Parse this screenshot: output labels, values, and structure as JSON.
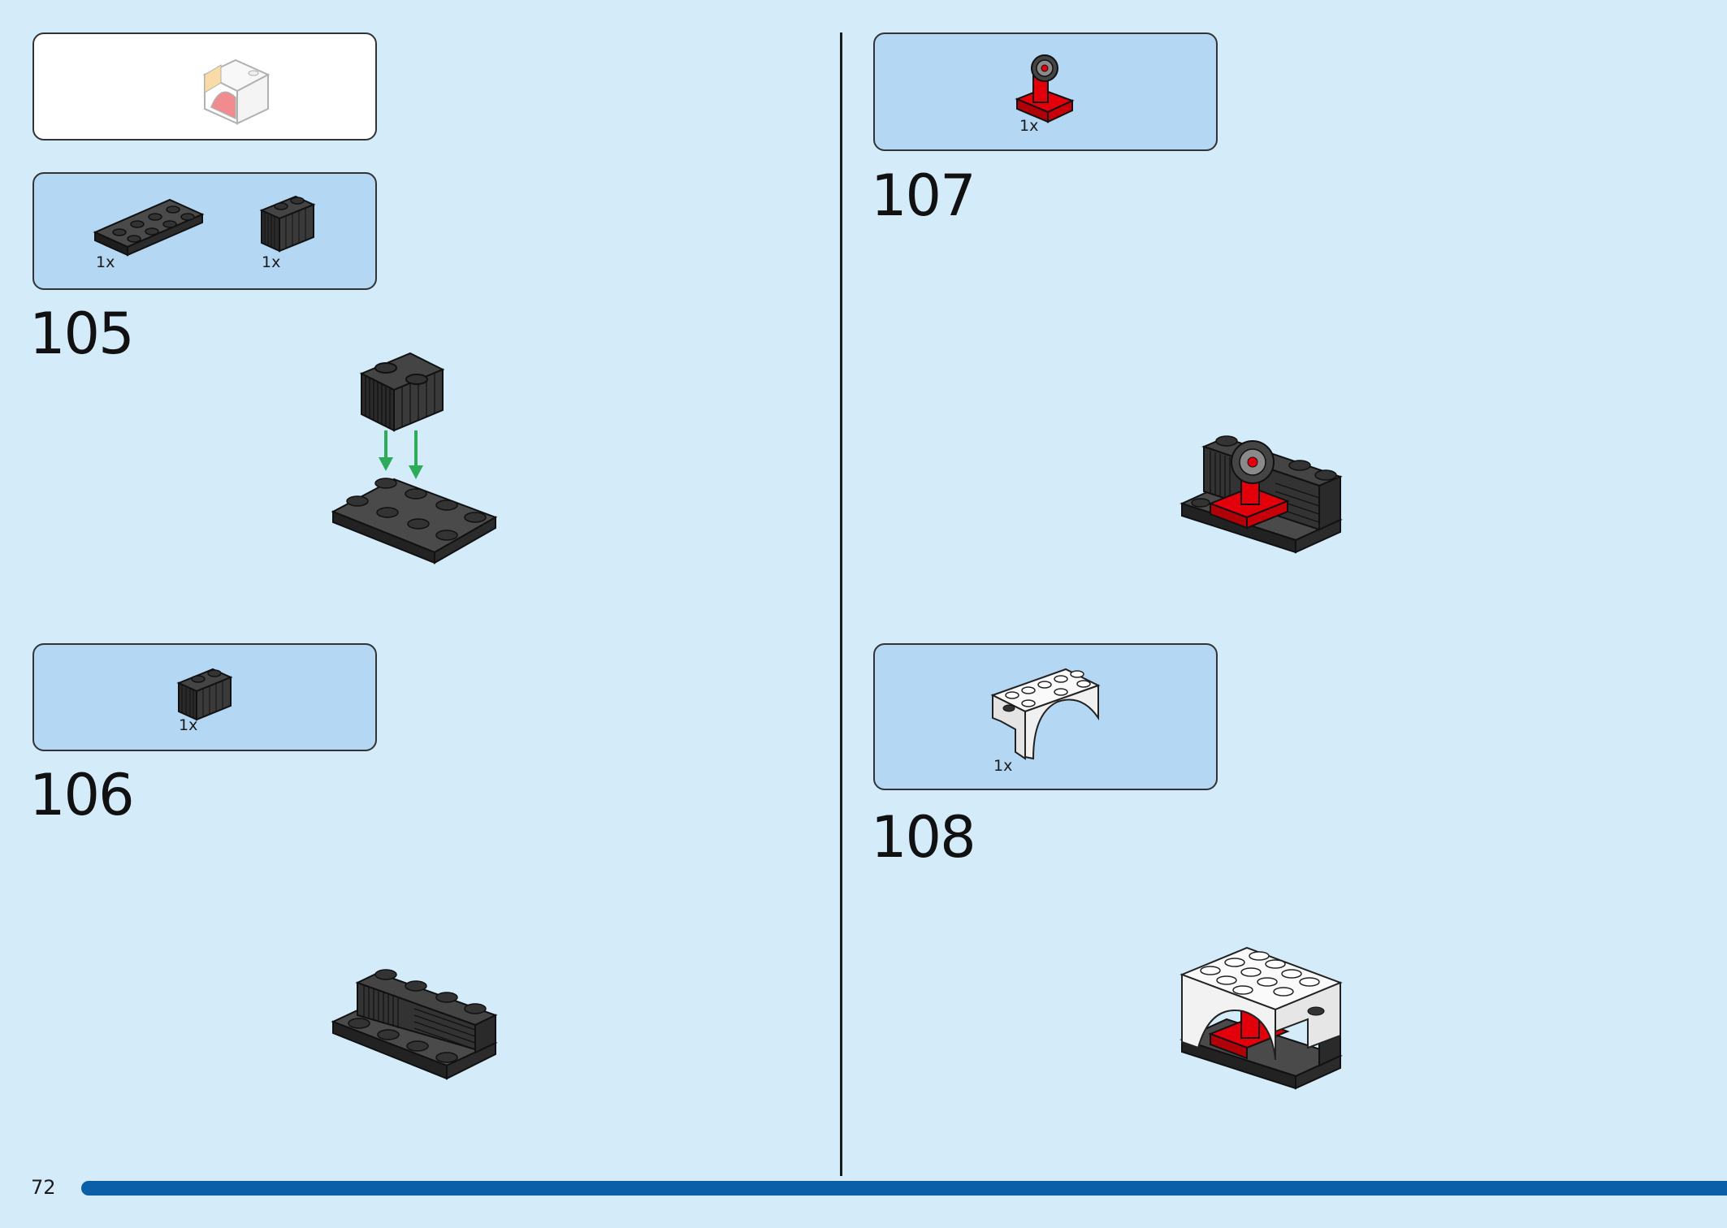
{
  "page": {
    "number": "72",
    "progress_color": "#0b5ea8",
    "background": "#d4ebf9"
  },
  "steps": [
    {
      "number": "105",
      "parts": [
        {
          "qty": "1x",
          "part": "black-2x4-plate"
        },
        {
          "qty": "1x",
          "part": "black-1x2-grille-brick"
        }
      ]
    },
    {
      "number": "106",
      "parts": [
        {
          "qty": "1x",
          "part": "black-1x2-grille-brick"
        }
      ]
    },
    {
      "number": "107",
      "parts": [
        {
          "qty": "1x",
          "part": "red-steering-wheel-base"
        }
      ]
    },
    {
      "number": "108",
      "parts": [
        {
          "qty": "1x",
          "part": "white-arch-brick"
        }
      ]
    }
  ],
  "colors": {
    "part_box": "#b4d7f3",
    "arrow": "#2daa5a",
    "red_part": "#e3000b",
    "black_part": "#2b2b2b"
  }
}
